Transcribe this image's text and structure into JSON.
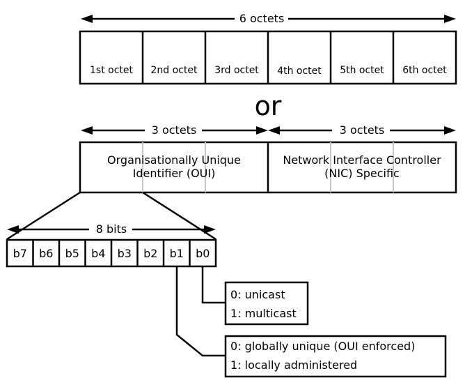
{
  "top": {
    "span_label": "6 octets",
    "octets": [
      "1st octet",
      "2nd octet",
      "3rd octet",
      "4th octet",
      "5th octet",
      "6th octet"
    ]
  },
  "separator": "or",
  "middle": {
    "left_span_label": "3 octets",
    "right_span_label": "3 octets",
    "oui_line1": "Organisationally Unique",
    "oui_line2": "Identifier (OUI)",
    "nic_line1": "Network Interface Controller",
    "nic_line2": "(NIC) Specific"
  },
  "bits": {
    "span_label": "8 bits",
    "labels": [
      "b7",
      "b6",
      "b5",
      "b4",
      "b3",
      "b2",
      "b1",
      "b0"
    ]
  },
  "legend_b0": {
    "line1": "0: unicast",
    "line2": "1: multicast"
  },
  "legend_b1": {
    "line1": "0: globally unique (OUI enforced)",
    "line2": "1: locally administered"
  }
}
